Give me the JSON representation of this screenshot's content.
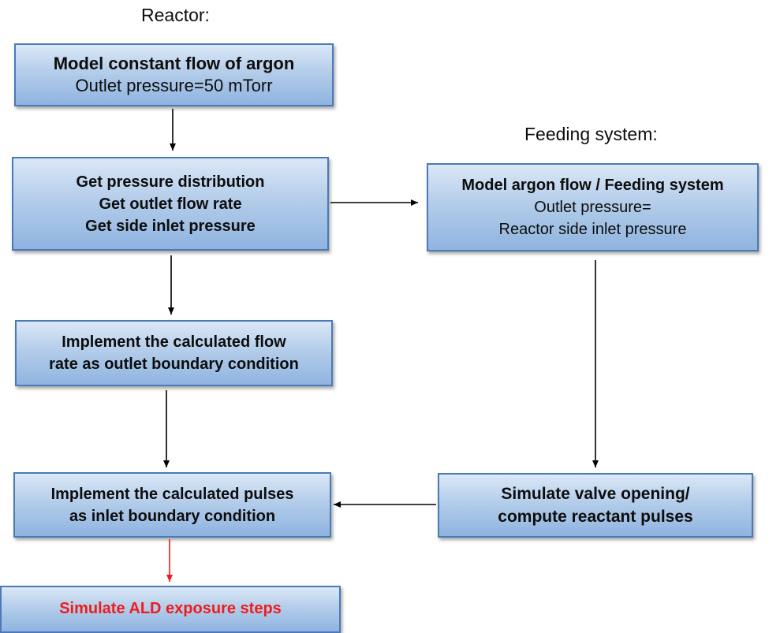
{
  "headings": {
    "reactor": "Reactor:",
    "feeding": "Feeding system:"
  },
  "boxes": {
    "model_argon": {
      "line1": "Model constant flow of argon",
      "line2": "Outlet pressure=50 mTorr"
    },
    "get_pressure": {
      "line1": "Get pressure distribution",
      "line2": "Get outlet flow rate",
      "line3": "Get side inlet pressure"
    },
    "model_feeding": {
      "line1": "Model argon flow / Feeding system",
      "line2": "Outlet pressure=",
      "line3": "Reactor side inlet pressure"
    },
    "implement_flow": {
      "line1": "Implement the calculated flow",
      "line2": "rate as outlet boundary condition"
    },
    "implement_pulses": {
      "line1": "Implement the calculated pulses",
      "line2": "as inlet boundary condition"
    },
    "simulate_valve": {
      "line1": "Simulate valve opening/",
      "line2": "compute reactant pulses"
    },
    "simulate_ald": {
      "line1": "Simulate ALD exposure steps"
    }
  },
  "colors": {
    "box_fill_top": "#dbe8f7",
    "box_fill_bottom": "#8fb4e0",
    "box_border": "#4a7ab8",
    "arrow": "#000000",
    "highlight_red": "#ee1c1c"
  }
}
